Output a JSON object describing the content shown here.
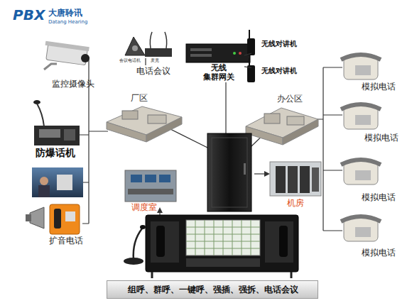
{
  "diagram": {
    "nodes": [
      {
        "text": [
          "监控摄像头"
        ]
      },
      {
        "text": [
          "防爆话机"
        ]
      },
      {
        "text": [
          "扩音电话"
        ]
      },
      {
        "text": [
          "电话会议"
        ]
      },
      {
        "text": [
          "无线 集群网关"
        ]
      },
      {
        "text": [
          "无线对讲机"
        ]
      },
      {
        "text": [
          "无线对讲机"
        ]
      },
      {
        "text": [
          "厂区"
        ]
      },
      {
        "text": [
          "办公区"
        ]
      },
      {
        "text": [
          "模拟电话"
        ]
      },
      {
        "text": [
          "模拟电话"
        ]
      },
      {
        "text": [
          "模拟电话"
        ]
      },
      {
        "text": [
          "调度室"
        ]
      },
      {
        "text": [
          "机房"
        ]
      },
      {
        "text": [
          "模拟电话"
        ]
      },
      {
        "text": [
          "组呼、群呼、一键呼、强插、强拆、电话会议"
        ]
      }
    ],
    "edges": [
      {
        "from": 4,
        "to": 5,
        "arrow": "none"
      },
      {
        "from": 4,
        "to": 6,
        "arrow": "none"
      }
    ],
    "labels": [
      "PBX",
      "大唐聆讯",
      "Datang Hearing",
      "会议电话机",
      "麦克"
    ]
  }
}
